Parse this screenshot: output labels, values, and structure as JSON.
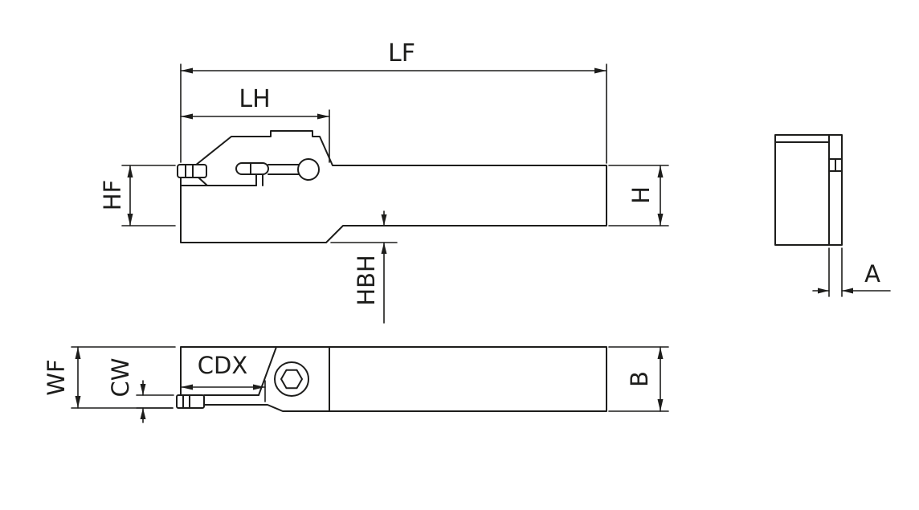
{
  "drawing": {
    "background_color": "#ffffff",
    "line_color": "#1d1d1b",
    "dimensions": {
      "lf": "LF",
      "lh": "LH",
      "hf": "HF",
      "h": "H",
      "hbh": "HBH",
      "a": "A",
      "wf": "WF",
      "cw": "CW",
      "cdx": "CDX",
      "b": "B"
    }
  }
}
